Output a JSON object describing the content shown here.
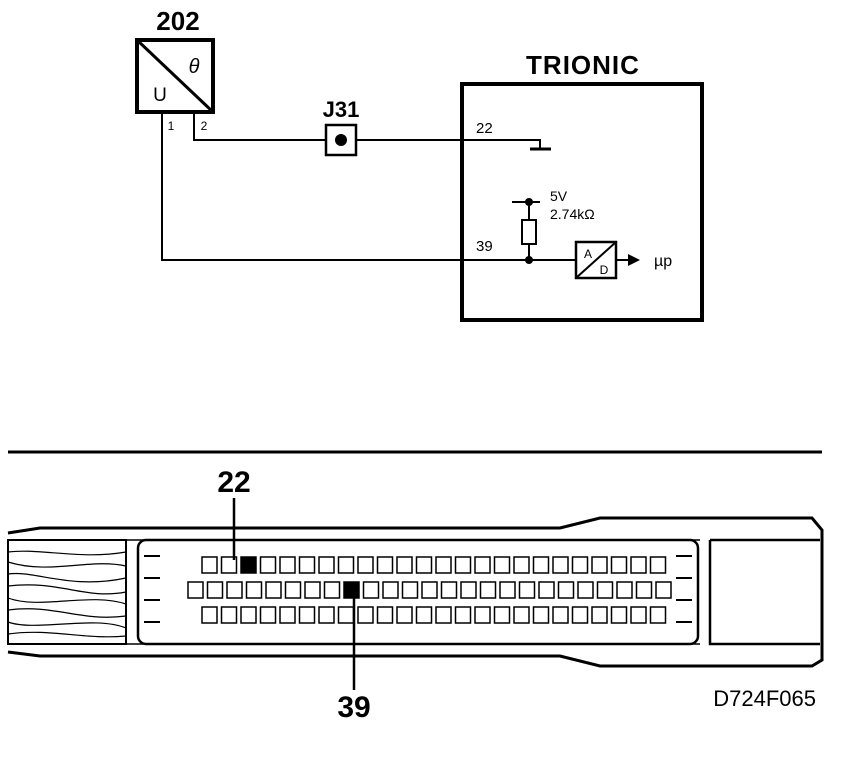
{
  "schematic": {
    "sensor": {
      "id": "202",
      "symbol_theta": "θ",
      "symbol_u": "U",
      "pin1": "1",
      "pin2": "2"
    },
    "junction": {
      "label": "J31"
    },
    "ecu": {
      "title": "TRIONIC",
      "pin22": "22",
      "pin39": "39",
      "supply": "5V",
      "resistor": "2.74kΩ",
      "adc_a": "A",
      "adc_d": "D",
      "output": "µp"
    }
  },
  "connector": {
    "callout_top": "22",
    "callout_bottom": "39",
    "pin_rows": [
      24,
      25,
      24
    ],
    "highlighted_pins": [
      {
        "label": "22",
        "row": 1,
        "index": 2
      },
      {
        "label": "39",
        "row": 2,
        "index": 8
      }
    ]
  },
  "figure_code": "D724F065"
}
